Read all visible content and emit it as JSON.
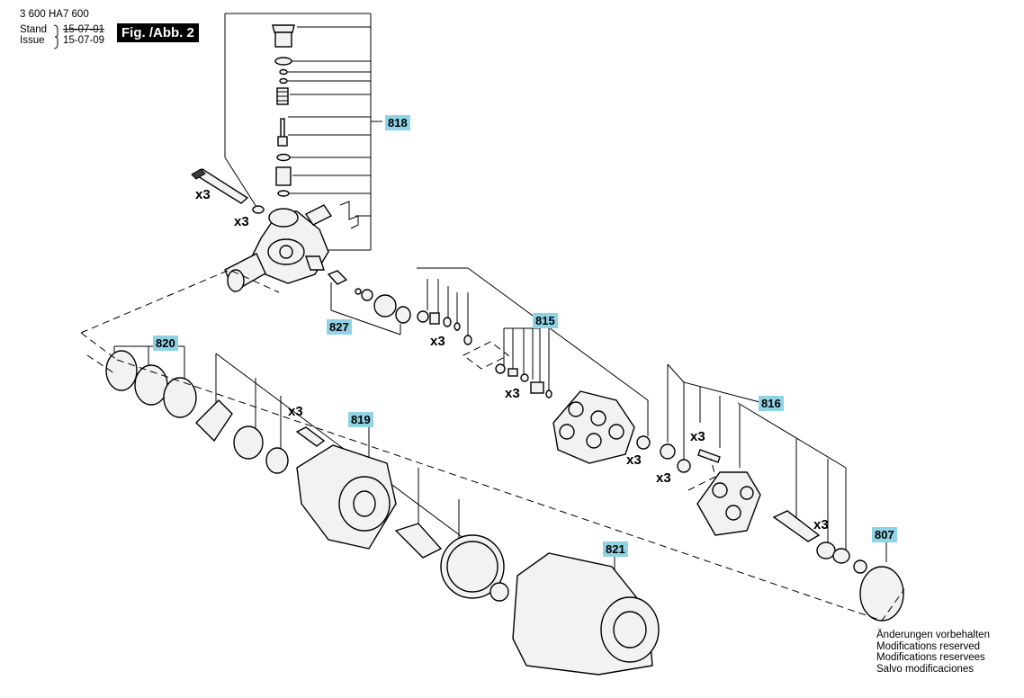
{
  "header": {
    "part_number": "3 600 HA7 600",
    "stand_label": "Stand",
    "stand_date": "15-07-01",
    "issue_label": "Issue",
    "issue_date": "15-07-09",
    "figure_label": "Fig. /Abb. 2"
  },
  "callouts": {
    "c818": "818",
    "c827": "827",
    "c815": "815",
    "c820": "820",
    "c819": "819",
    "c816": "816",
    "c821": "821",
    "c807": "807"
  },
  "quantities": {
    "q_bolt1": "x3",
    "q_washer1": "x3",
    "q_valves": "x3",
    "q_valves2": "x3",
    "q_screws": "x3",
    "q_seal1": "x3",
    "q_bolt2": "x3",
    "q_seal2": "x3",
    "q_pistons": "x3"
  },
  "notice": {
    "line1": "Änderungen vorbehalten",
    "line2": "Modifications reserved",
    "line3": "Modifications reservees",
    "line4": "Salvo modificaciones"
  },
  "colors": {
    "callout_bg": "#8fd3e4",
    "figure_bg": "#000000"
  }
}
